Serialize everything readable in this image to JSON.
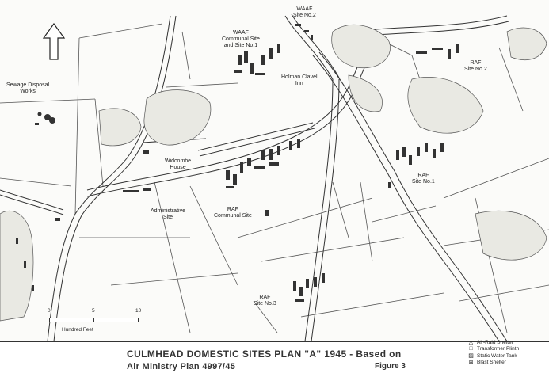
{
  "labels": {
    "waaf_site2": [
      "WAAF",
      "Site No.2"
    ],
    "waaf_communal": [
      "WAAF",
      "Communal Site",
      "and Site No.1"
    ],
    "holman_clavel": [
      "Holman Clavel",
      "Inn"
    ],
    "raf_site2": [
      "RAF",
      "Site No.2"
    ],
    "sewage": [
      "Sewage Disposal",
      "Works"
    ],
    "widcombe": [
      "Widcombe",
      "House"
    ],
    "raf_site1": [
      "RAF",
      "Site No.1"
    ],
    "administrative": [
      "Administrative",
      "Site"
    ],
    "raf_communal": [
      "RAF",
      "Communal Site"
    ],
    "raf_site3": [
      "RAF",
      "Site No.3"
    ]
  },
  "scale": {
    "ticks": [
      "0",
      "5",
      "10"
    ],
    "units": "Hundred Feet"
  },
  "caption": {
    "title": "CULMHEAD DOMESTIC SITES PLAN \"A\" 1945 - Based on",
    "subtitle": "Air Ministry Plan 4997/45",
    "figure": "Figure 3"
  },
  "legend": [
    {
      "symbol": "△",
      "label": "Air-Raid Shelter"
    },
    {
      "symbol": "□",
      "label": "Transformer Plinth"
    },
    {
      "symbol": "▨",
      "label": "Static Water Tank"
    },
    {
      "symbol": "⊠",
      "label": "Blast Shelter"
    }
  ],
  "north_arrow": "north-arrow-icon"
}
